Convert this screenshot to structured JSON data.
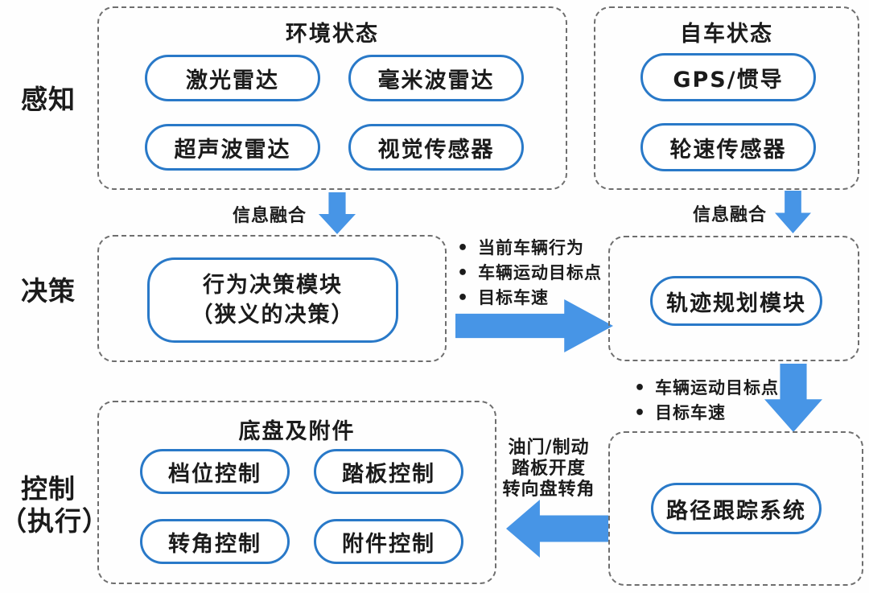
{
  "colors": {
    "arrow_blue": "#4795e6",
    "pill_border_blue": "#2979c8",
    "dashed_border_gray": "#6e6e6e",
    "text": "#1b1b1b"
  },
  "stages": {
    "perception": "感知",
    "decision": "决策",
    "control_line1": "控制",
    "control_line2": "（执行）"
  },
  "env_state": {
    "title": "环境状态",
    "items": [
      "激光雷达",
      "毫米波雷达",
      "超声波雷达",
      "视觉传感器"
    ]
  },
  "ego_state": {
    "title": "自车状态",
    "items": [
      "GPS/惯导",
      "轮速传感器"
    ]
  },
  "fusion": {
    "left_label": "信息融合",
    "right_label": "信息融合"
  },
  "behavior_decision": {
    "line1": "行为决策模块",
    "line2": "（狭义的决策）"
  },
  "decision_outputs": [
    "当前车辆行为",
    "车辆运动目标点",
    "目标车速"
  ],
  "trajectory_module": {
    "label": "轨迹规划模块"
  },
  "trajectory_outputs": [
    "车辆运动目标点",
    "目标车速"
  ],
  "path_tracking": {
    "label": "路径跟踪系统"
  },
  "control_signals": {
    "line1": "油门/制动",
    "line2": "踏板开度",
    "line3": "转向盘转角"
  },
  "chassis": {
    "title": "底盘及附件",
    "items": [
      "档位控制",
      "踏板控制",
      "转角控制",
      "附件控制"
    ]
  }
}
